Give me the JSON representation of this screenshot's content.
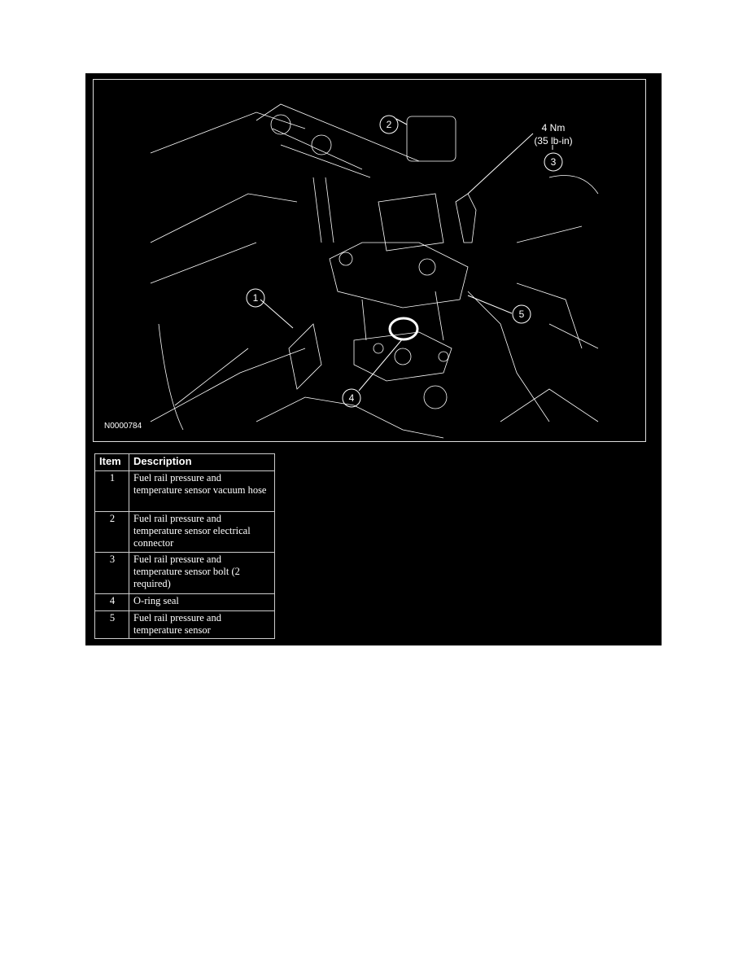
{
  "figure": {
    "id": "N0000784",
    "torque_value": "4 Nm",
    "torque_imperial": "(35 lb-in)",
    "callouts": [
      "1",
      "2",
      "3",
      "4",
      "5"
    ]
  },
  "table": {
    "headers": {
      "item": "Item",
      "description": "Description"
    },
    "rows": [
      {
        "item": "1",
        "description": "Fuel rail pressure and temperature sensor vacuum hose"
      },
      {
        "item": "2",
        "description": "Fuel rail pressure and temperature sensor electrical connector"
      },
      {
        "item": "3",
        "description": "Fuel rail pressure and temperature sensor bolt (2 required)"
      },
      {
        "item": "4",
        "description": "O-ring seal"
      },
      {
        "item": "5",
        "description": "Fuel rail pressure and temperature sensor"
      }
    ]
  }
}
